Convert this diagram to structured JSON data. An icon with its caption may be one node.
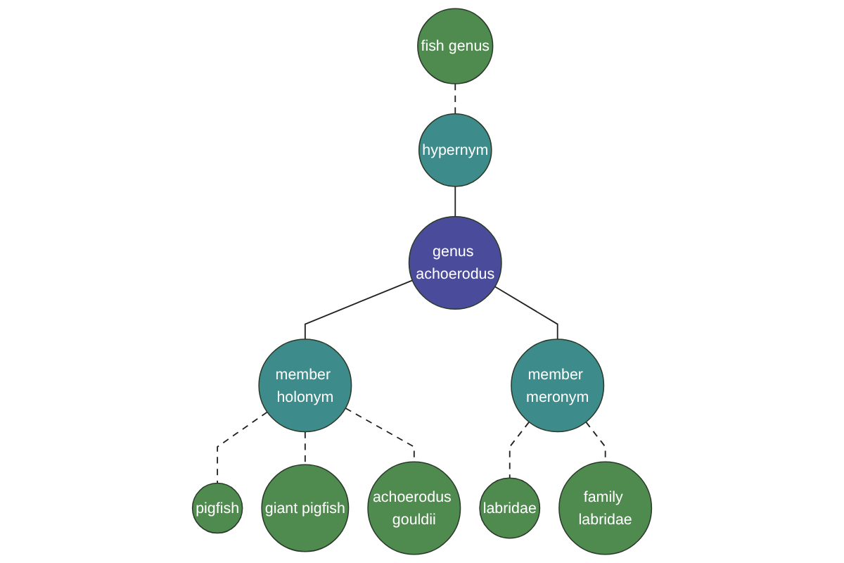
{
  "diagram": {
    "nodes": [
      {
        "text": [
          "fish genus"
        ]
      },
      {
        "text": [
          "hypernym"
        ]
      },
      {
        "text": [
          "pigfish"
        ]
      },
      {
        "text": [
          "genus achoerodus"
        ]
      },
      {
        "text": [
          "member holonym"
        ]
      },
      {
        "text": [
          "giant pigfish"
        ]
      },
      {
        "text": [
          "achoerodus gouldii"
        ]
      },
      {
        "text": [
          "member meronym"
        ]
      },
      {
        "text": [
          "labridae"
        ]
      },
      {
        "text": [
          "family labridae"
        ]
      }
    ],
    "edges": [
      {
        "from": 0,
        "to": 1,
        "arrow": "none",
        "style": "dashed"
      },
      {
        "from": 1,
        "to": 3,
        "arrow": "none"
      },
      {
        "from": 3,
        "to": 4,
        "arrow": "none"
      },
      {
        "from": 3,
        "to": 7,
        "arrow": "none"
      },
      {
        "from": 4,
        "to": 2,
        "arrow": "none",
        "style": "dashed"
      },
      {
        "from": 4,
        "to": 5,
        "arrow": "none",
        "style": "dashed"
      },
      {
        "from": 4,
        "to": 6,
        "arrow": "none",
        "style": "dashed"
      },
      {
        "from": 7,
        "to": 8,
        "arrow": "none",
        "style": "dashed"
      },
      {
        "from": 7,
        "to": 9,
        "arrow": "none",
        "style": "dashed"
      }
    ]
  }
}
